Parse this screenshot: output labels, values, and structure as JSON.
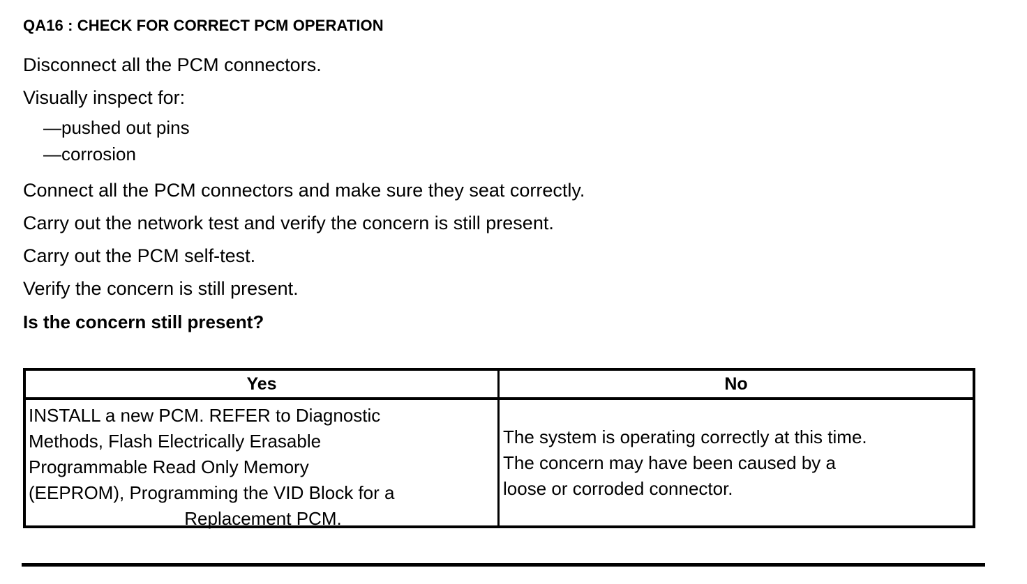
{
  "document": {
    "step_title": "QA16 : CHECK FOR CORRECT PCM OPERATION",
    "instructions": [
      "Disconnect all the PCM connectors.",
      "Visually inspect for:",
      "—pushed out pins",
      "—corrosion",
      "Connect all the PCM connectors and make sure they seat correctly.",
      "Carry out the network test and verify the concern is still present.",
      "Carry out the PCM self-test.",
      "Verify the concern is still present."
    ],
    "question": "Is the concern still present?"
  },
  "decision_table": {
    "headers": {
      "yes": "Yes",
      "no": "No"
    },
    "yes_cell": {
      "lines": [
        "INSTALL a new PCM. REFER to Diagnostic",
        "Methods, Flash Electrically Erasable",
        "Programmable Read Only Memory",
        "(EEPROM), Programming the VID Block for a",
        "Replacement PCM."
      ]
    },
    "no_cell": {
      "lines": [
        "The system is operating correctly at this time.",
        "The concern may have been caused by a",
        "loose or corroded connector."
      ]
    }
  },
  "colors": {
    "text": "#000000",
    "background": "#ffffff",
    "rule": "#000000"
  }
}
